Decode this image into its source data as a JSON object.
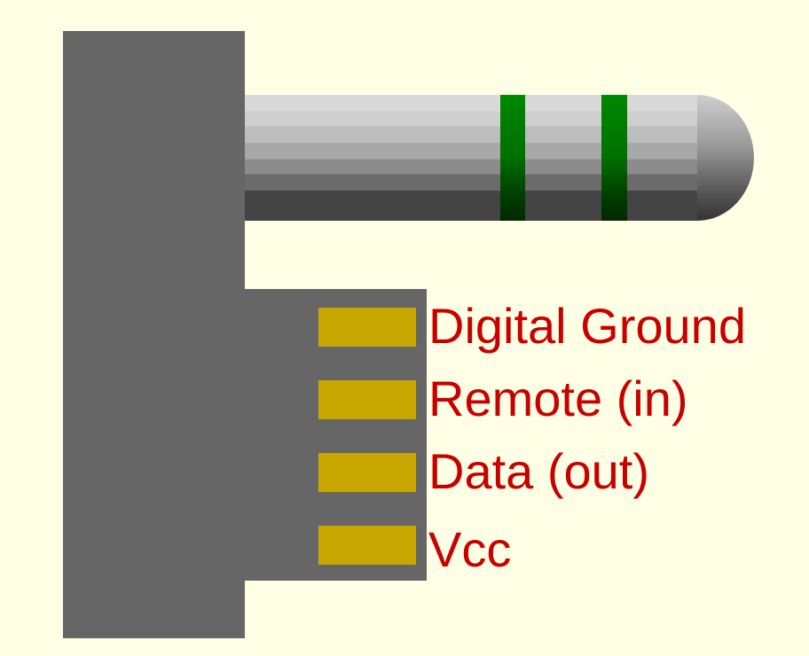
{
  "pins": [
    {
      "label": "Digital Ground"
    },
    {
      "label": "Remote (in)"
    },
    {
      "label": "Data (out)"
    },
    {
      "label": "Vcc"
    }
  ],
  "colors": {
    "background": "#ffffe5",
    "connector": "#666666",
    "pin": "#c8a800",
    "label": "#c80000",
    "ring": "#007700"
  }
}
